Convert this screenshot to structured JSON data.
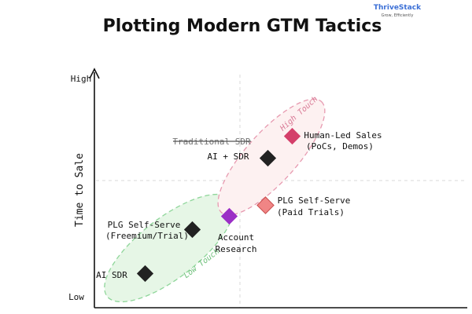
{
  "title": "Plotting Modern GTM Tactics",
  "brand": {
    "name": "ThriveStack",
    "tagline": "Grow, Efficiently",
    "color": "#3b6fd6"
  },
  "axes": {
    "y_label": "Time to Sale",
    "y_high": "High",
    "y_low": "Low"
  },
  "zones": {
    "high_touch": {
      "label": "High Touch",
      "color": "#e07a96"
    },
    "low_touch": {
      "label": "Low Touch",
      "color": "#7fcf8a"
    }
  },
  "tactics": [
    {
      "label": "AI SDR",
      "color": "#222222"
    },
    {
      "label": "PLG Self-Serve",
      "label2": "(Freemium/Trial)",
      "color": "#222222"
    },
    {
      "label": "Account",
      "label2": "Research",
      "color": "#9b2fc6"
    },
    {
      "label": "PLG Self-Serve",
      "label2": "(Paid Trials)",
      "color": "#f08585"
    },
    {
      "label": "AI + SDR",
      "color": "#222222"
    },
    {
      "label": "Human-Led Sales",
      "label2": "(PoCs, Demos)",
      "color": "#d43f6a"
    }
  ],
  "struck_label": "Traditional SDR"
}
